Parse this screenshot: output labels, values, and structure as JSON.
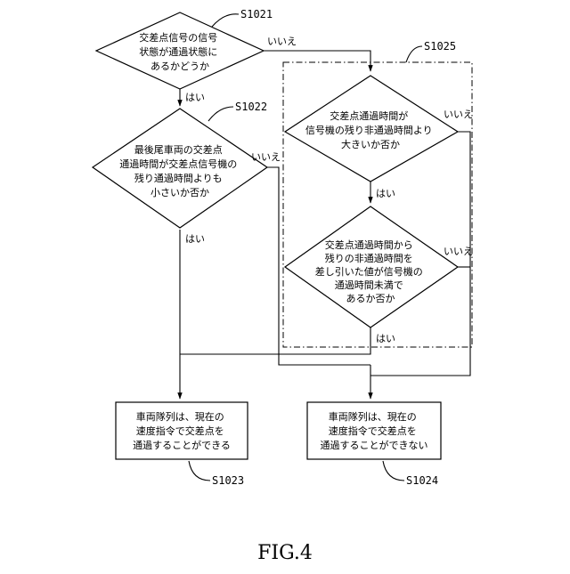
{
  "steps": {
    "s1021": {
      "id": "S1021",
      "lines": [
        "交差点信号の信号",
        "状態が通過状態に",
        "あるかどうか"
      ],
      "yes": "はい",
      "no": "いいえ"
    },
    "s1022": {
      "id": "S1022",
      "lines": [
        "最後尾車両の交差点",
        "通過時間が交差点信号機の",
        "残り通過時間よりも",
        "小さいか否か"
      ],
      "yes": "はい",
      "no": "いいえ"
    },
    "s1025": {
      "id": "S1025"
    },
    "s1025a": {
      "lines": [
        "交差点通過時間が",
        "信号機の残り非通過時間より",
        "大きいか否か"
      ],
      "yes": "はい",
      "no": "いいえ"
    },
    "s1025b": {
      "lines": [
        "交差点通過時間から",
        "残りの非通過時間を",
        "差し引いた値が信号機の",
        "通過時間未満で",
        "あるか否か"
      ],
      "yes": "はい",
      "no": "いいえ"
    },
    "s1023": {
      "id": "S1023",
      "lines": [
        "車両隊列は、現在の",
        "速度指令で交差点を",
        "通過することができる"
      ]
    },
    "s1024": {
      "id": "S1024",
      "lines": [
        "車両隊列は、現在の",
        "速度指令で交差点を",
        "通過することができない"
      ]
    }
  },
  "figure_label": "FIG.4"
}
